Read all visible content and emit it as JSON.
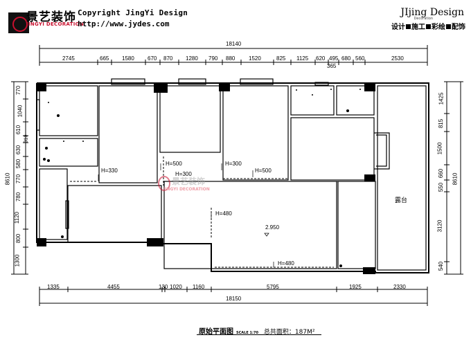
{
  "header": {
    "logo_cn": "景艺装饰",
    "logo_en": "JINGYI DECORATION",
    "copyright": "Copyright JingYi Design",
    "url": "http://www.jydes.com",
    "brand": "JIjing Design",
    "brand_sub": "Decoration",
    "services": [
      "设计",
      "施工",
      "彩绘",
      "配饰"
    ]
  },
  "plan": {
    "watermark_cn": "景艺装饰",
    "watermark_en": "JINGYI DECORATION",
    "top_total": "18140",
    "top_dims": [
      "2745",
      "665",
      "1580",
      "670",
      "870",
      "1280",
      "790",
      "880",
      "1520",
      "825",
      "1125",
      "620",
      "495",
      "680",
      "560",
      "2530"
    ],
    "top_extra": "365",
    "bottom_total": "18150",
    "bottom_dims": [
      "1335",
      "4455",
      "130",
      "1020",
      "1160",
      "5795",
      "1925",
      "2330"
    ],
    "left_total": "8610",
    "left_dims": [
      "770",
      "1040",
      "610",
      "310",
      "630",
      "580",
      "770",
      "780",
      "1120",
      "800",
      "1300"
    ],
    "right_total": "8610",
    "right_dims": [
      "1425",
      "815",
      "1500",
      "660",
      "550",
      "3120",
      "540"
    ],
    "heights": [
      "H=330",
      "H=500",
      "H=300",
      "H=300",
      "H=500",
      "H=480",
      "H=480"
    ],
    "elevation": "2.950",
    "balcony_label": "露台"
  },
  "footer": {
    "title": "原始平面图",
    "scale": "SCALE 1:70",
    "area": "总共面积：187M²"
  }
}
